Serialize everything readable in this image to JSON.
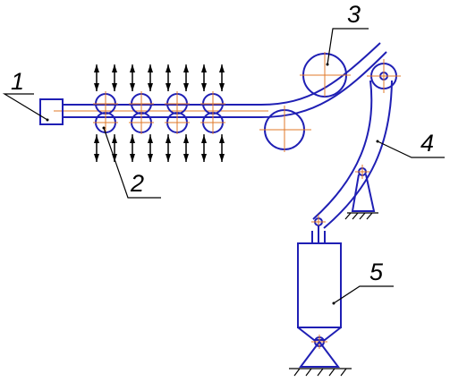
{
  "figure": {
    "labels": {
      "clamp": "1",
      "straightening_rollers": "2",
      "pressure_roller": "3",
      "bending_lever": "4",
      "hydraulic_cylinder": "5"
    }
  },
  "colors": {
    "outline": "#1f1fb4",
    "centerlines": "#e07a2a",
    "leaders": "#000000"
  }
}
